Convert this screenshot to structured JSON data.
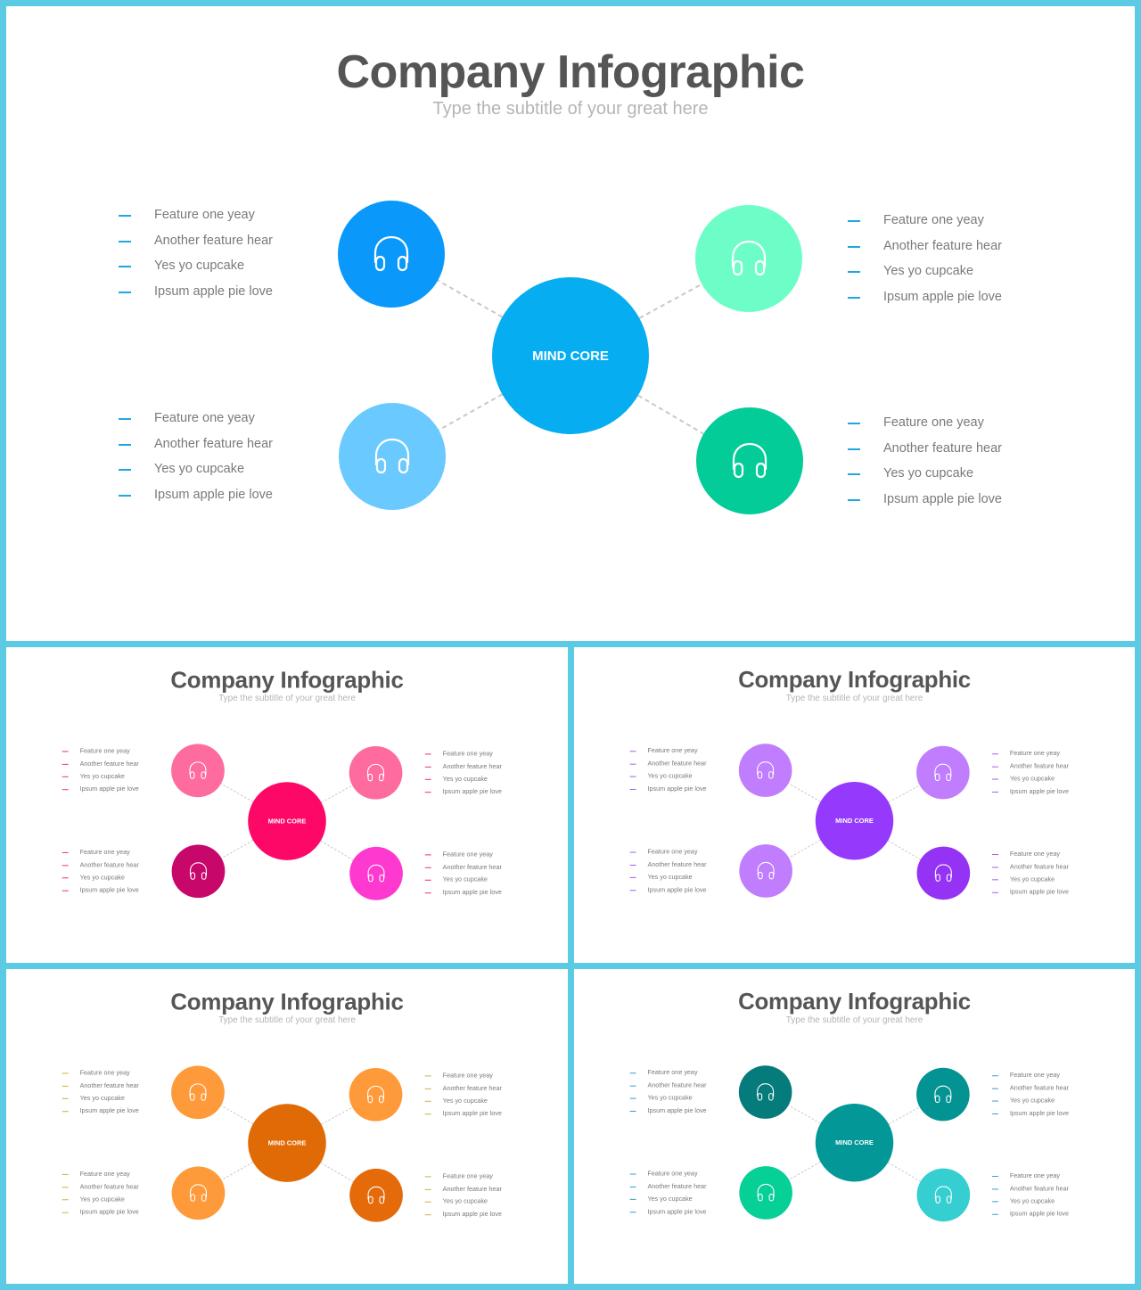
{
  "slides": [
    {
      "title": "Company Infographic",
      "subtitle": "Type the subtitle of your great here",
      "core_label": "MIND CORE",
      "core_color": "#06adf0",
      "node_colors": {
        "tl": "#0a99fb",
        "tr": "#6dfec8",
        "bl": "#6ac9fe",
        "br": "#03cc98"
      },
      "dash_color": "#1fa8e0",
      "icon": "headphones-icon",
      "lists": {
        "tl": [
          "Feature one yeay",
          "Another feature hear",
          "Yes yo cupcake",
          "Ipsum apple pie love"
        ],
        "tr": [
          "Feature one yeay",
          "Another feature hear",
          "Yes yo cupcake",
          "Ipsum apple pie love"
        ],
        "bl": [
          "Feature one yeay",
          "Another feature hear",
          "Yes yo cupcake",
          "Ipsum apple pie love"
        ],
        "br": [
          "Feature one yeay",
          "Another feature hear",
          "Yes yo cupcake",
          "Ipsum apple pie love"
        ]
      }
    },
    {
      "title": "Company Infographic",
      "subtitle": "Type the subtitle of your great here",
      "core_label": "MIND CORE",
      "core_color": "#fe0867",
      "node_colors": {
        "tl": "#fe6b9e",
        "tr": "#fe6b9e",
        "bl": "#c8076a",
        "br": "#fe39cf"
      },
      "dash_color": "#e8336b",
      "icon": "headphones-icon",
      "lists": {
        "tl": [
          "Feature one yeay",
          "Another feature hear",
          "Yes yo cupcake",
          "Ipsum apple pie love"
        ],
        "tr": [
          "Feature one yeay",
          "Another feature hear",
          "Yes yo cupcake",
          "Ipsum apple pie love"
        ],
        "bl": [
          "Feature one yeay",
          "Another feature hear",
          "Yes yo cupcake",
          "Ipsum apple pie love"
        ],
        "br": [
          "Feature one yeay",
          "Another feature hear",
          "Yes yo cupcake",
          "Ipsum apple pie love"
        ]
      }
    },
    {
      "title": "Company Infographic",
      "subtitle": "Type the subtitle of your great here",
      "core_label": "MIND CORE",
      "core_color": "#9539fd",
      "node_colors": {
        "tl": "#c07dfd",
        "tr": "#c07dfd",
        "bl": "#c07dfd",
        "br": "#9533f4"
      },
      "dash_color": "#a55cf0",
      "icon": "headphones-icon",
      "lists": {
        "tl": [
          "Feature one yeay",
          "Another feature hear",
          "Yes yo cupcake",
          "Ipsum apple pie love"
        ],
        "tr": [
          "Feature one yeay",
          "Another feature hear",
          "Yes yo cupcake",
          "Ipsum apple pie love"
        ],
        "bl": [
          "Feature one yeay",
          "Another feature hear",
          "Yes yo cupcake",
          "Ipsum apple pie love"
        ],
        "br": [
          "Feature one yeay",
          "Another feature hear",
          "Yes yo cupcake",
          "Ipsum apple pie love"
        ]
      }
    },
    {
      "title": "Company Infographic",
      "subtitle": "Type the subtitle of your great here",
      "core_label": "MIND CORE",
      "core_color": "#e06b06",
      "node_colors": {
        "tl": "#fe9a3a",
        "tr": "#fe9a3a",
        "bl": "#fe9a3a",
        "br": "#e46a0a"
      },
      "dash_color": "#c9b23a",
      "icon": "headphones-icon",
      "lists": {
        "tl": [
          "Feature one yeay",
          "Another feature hear",
          "Yes yo cupcake",
          "Ipsum apple pie love"
        ],
        "tr": [
          "Feature one yeay",
          "Another feature hear",
          "Yes yo cupcake",
          "Ipsum apple pie love"
        ],
        "bl": [
          "Feature one yeay",
          "Another feature hear",
          "Yes yo cupcake",
          "Ipsum apple pie love"
        ],
        "br": [
          "Feature one yeay",
          "Another feature hear",
          "Yes yo cupcake",
          "Ipsum apple pie love"
        ]
      }
    },
    {
      "title": "Company Infographic",
      "subtitle": "Type the subtitle of your great here",
      "core_label": "MIND CORE",
      "core_color": "#049797",
      "node_colors": {
        "tl": "#067b7b",
        "tr": "#049393",
        "bl": "#07d096",
        "br": "#35cfd1"
      },
      "dash_color": "#3a9ccf",
      "icon": "headphones-icon",
      "lists": {
        "tl": [
          "Feature one yeay",
          "Another feature hear",
          "Yes yo cupcake",
          "Ipsum apple pie love"
        ],
        "tr": [
          "Feature one yeay",
          "Another feature hear",
          "Yes yo cupcake",
          "Ipsum apple pie love"
        ],
        "bl": [
          "Feature one yeay",
          "Another feature hear",
          "Yes yo cupcake",
          "Ipsum apple pie love"
        ],
        "br": [
          "Feature one yeay",
          "Another feature hear",
          "Yes yo cupcake",
          "Ipsum apple pie love"
        ]
      }
    }
  ]
}
